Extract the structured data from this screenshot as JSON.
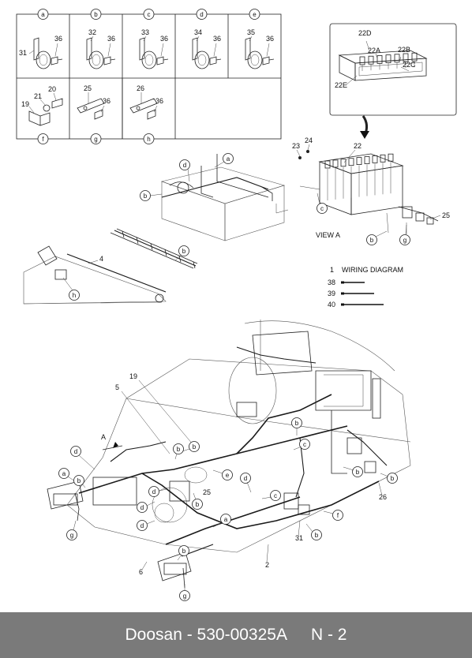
{
  "clamp_table": {
    "cells": [
      {
        "letter": "a",
        "parts": [
          "31",
          "36"
        ]
      },
      {
        "letter": "b",
        "parts": [
          "32",
          "36"
        ]
      },
      {
        "letter": "c",
        "parts": [
          "33",
          "36"
        ]
      },
      {
        "letter": "d",
        "parts": [
          "34",
          "36"
        ]
      },
      {
        "letter": "e",
        "parts": [
          "35",
          "36"
        ]
      },
      {
        "letter": "f",
        "parts": [
          "19",
          "21",
          "20"
        ]
      },
      {
        "letter": "g",
        "parts": [
          "25",
          "36"
        ]
      },
      {
        "letter": "h",
        "parts": [
          "26",
          "36"
        ]
      }
    ]
  },
  "view_a": {
    "title": "VIEW  A",
    "detail_labels": [
      "22D",
      "22A",
      "22B",
      "22C",
      "22E"
    ],
    "part_labels": [
      "22",
      "23",
      "24",
      "25"
    ],
    "circle_labels": [
      "c",
      "b",
      "g"
    ]
  },
  "legend": {
    "title_number": "1",
    "title": "WIRING DIAGRAM",
    "items": [
      "38",
      "39",
      "40"
    ]
  },
  "assembly_labels": {
    "cab": [
      "a",
      "b",
      "d"
    ],
    "rail": [
      "b"
    ],
    "boom": [
      "4",
      "h"
    ],
    "machine": [
      "19",
      "5",
      "A",
      "d",
      "a",
      "g",
      "b",
      "b",
      "c",
      "d",
      "e",
      "b",
      "25",
      "d",
      "c",
      "b",
      "d",
      "d",
      "b",
      "b",
      "31",
      "b",
      "f",
      "b",
      "26",
      "b",
      "6",
      "g",
      "2",
      "a"
    ]
  },
  "footer": {
    "brand": "Doosan - 530-00325A",
    "page": "N - 2"
  }
}
